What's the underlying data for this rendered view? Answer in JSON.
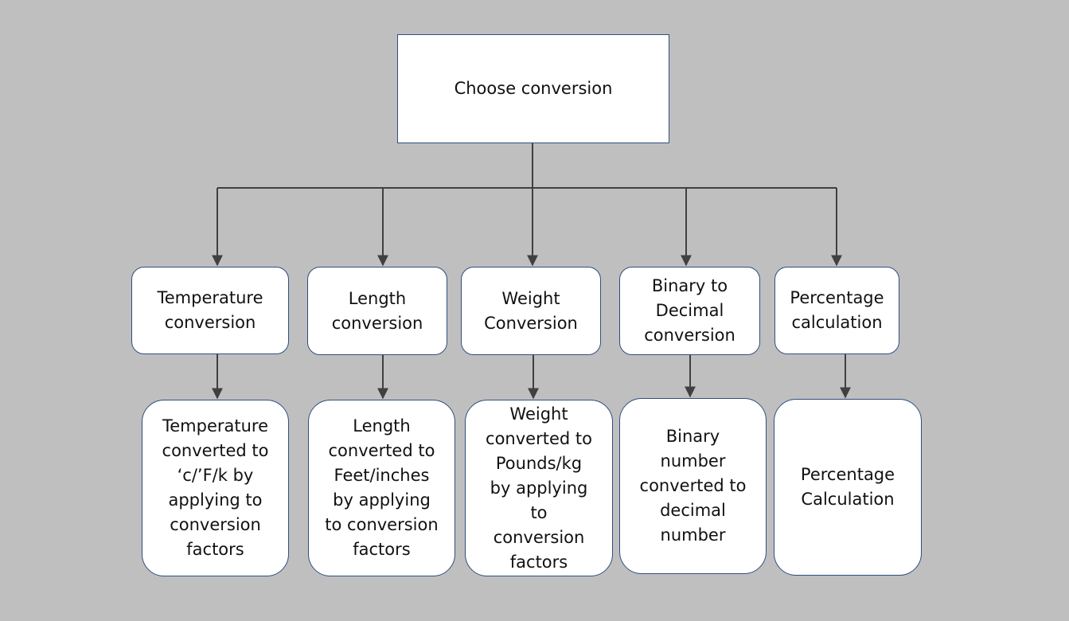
{
  "diagram": {
    "root": {
      "label": "Choose conversion"
    },
    "categories": [
      {
        "label": "Temperature\nconversion",
        "detail": "Temperature\nconverted to\n‘c/’F/k by\napplying to\nconversion\nfactors"
      },
      {
        "label": "Length\nconversion",
        "detail": "Length\nconverted to\nFeet/inches\nby applying\nto conversion\nfactors"
      },
      {
        "label": "Weight\nConversion",
        "detail": "Weight\nconverted to\nPounds/kg\nby applying\nto\nconversion\nfactors"
      },
      {
        "label": "Binary to\nDecimal\nconversion",
        "detail": "Binary\nnumber\nconverted to\ndecimal\nnumber"
      },
      {
        "label": "Percentage\ncalculation",
        "detail": "Percentage\nCalculation"
      }
    ]
  },
  "colors": {
    "background": "#bfbfbf",
    "box_fill": "#ffffff",
    "box_border": "#2f4f80",
    "connector": "#404040"
  }
}
